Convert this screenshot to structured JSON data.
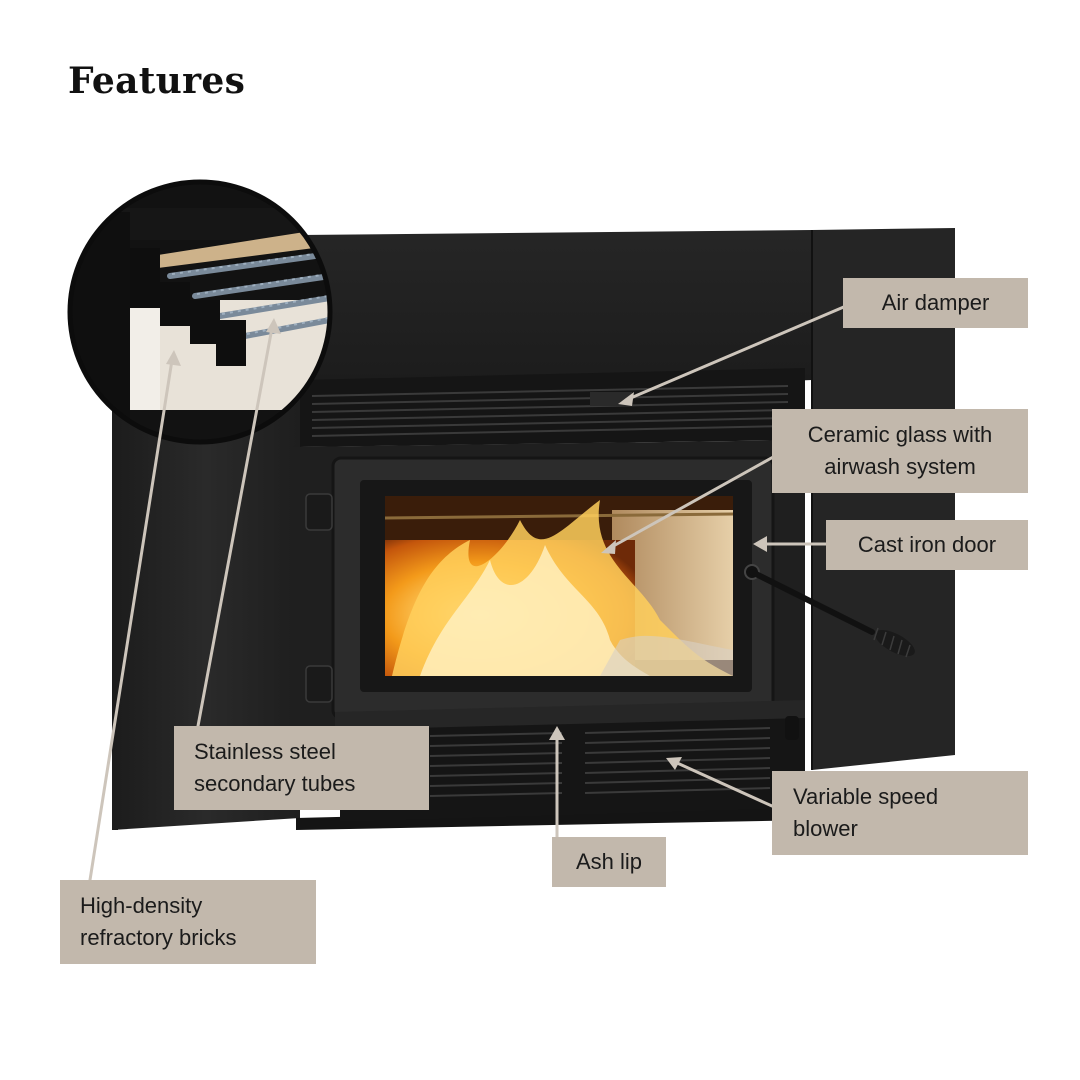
{
  "title": "Features",
  "colors": {
    "label_bg": "#c2b8ac",
    "leader_line": "#cdc5bb",
    "stove_body": "#242424",
    "flame": "#f39a1a"
  },
  "labels": {
    "air_damper": "Air damper",
    "ceramic_glass": [
      "Ceramic glass with",
      "airwash system"
    ],
    "cast_iron_door": "Cast iron door",
    "secondary_tubes": [
      "Stainless steel",
      "secondary tubes"
    ],
    "blower": [
      "Variable speed",
      "blower"
    ],
    "ash_lip": "Ash lip",
    "refractory_bricks": [
      "High-density",
      "refractory bricks"
    ]
  }
}
